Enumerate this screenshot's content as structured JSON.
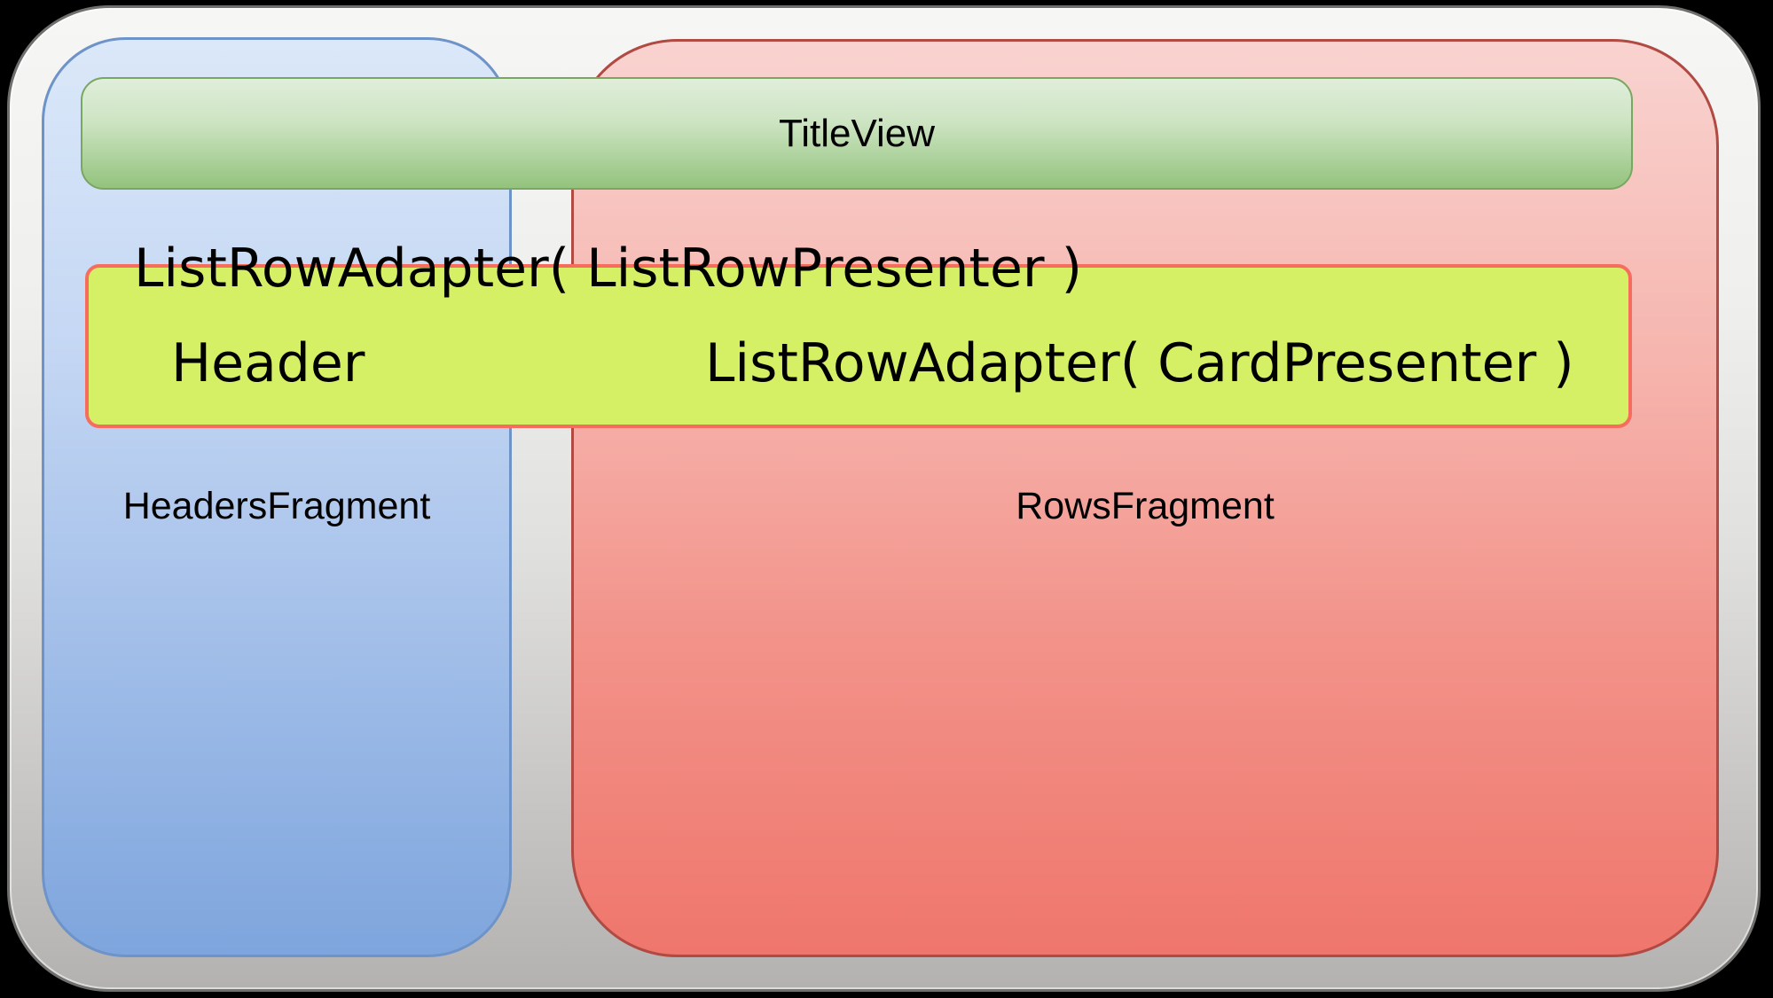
{
  "diagram": {
    "title_view": {
      "label": "TitleView"
    },
    "adapter_overlay": {
      "list_row_presenter": "ListRowAdapter( ListRowPresenter )"
    },
    "adapter_box": {
      "header_label": "Header",
      "card_presenter": "ListRowAdapter( CardPresenter )"
    },
    "headers_fragment": {
      "label": "HeadersFragment"
    },
    "rows_fragment": {
      "label": "RowsFragment"
    },
    "colors": {
      "canvas_background": "#000000",
      "outer_fill_top": "#f6f6f5",
      "outer_fill_bottom": "#b4b2b0",
      "outer_border": "#6f6f6d",
      "headers_fill_top": "#dbe8f9",
      "headers_fill_bottom": "#7ea5dd",
      "headers_border": "#6d93c8",
      "rows_fill_top": "#f9d3d0",
      "rows_fill_bottom": "#ef766c",
      "rows_border": "#b04a42",
      "title_fill_top": "#e0eedb",
      "title_fill_bottom": "#93c37d",
      "title_border": "#79a660",
      "adapter_fill": "#d6f066",
      "adapter_border": "#f66d5f",
      "text": "#000000"
    }
  }
}
